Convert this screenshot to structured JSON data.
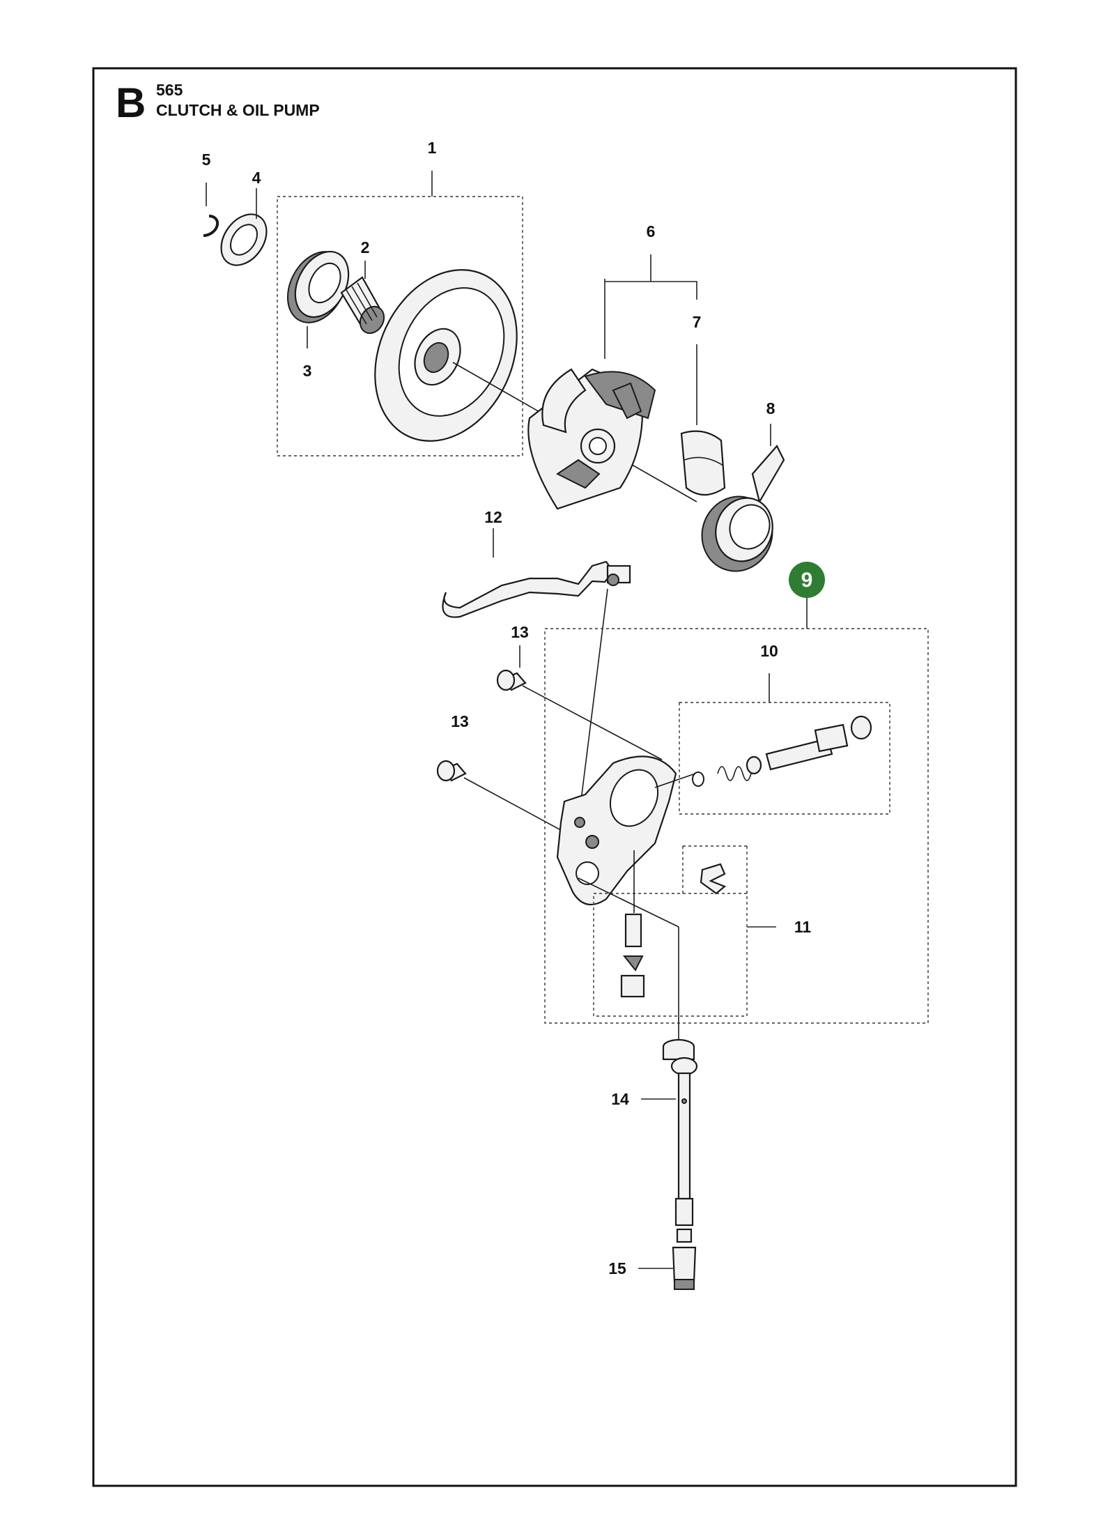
{
  "header": {
    "section_letter": "B",
    "model": "565",
    "title": "CLUTCH & OIL PUMP"
  },
  "callouts": [
    "1",
    "2",
    "3",
    "4",
    "5",
    "6",
    "7",
    "8",
    "9",
    "10",
    "11",
    "12",
    "13",
    "13",
    "14",
    "15"
  ],
  "colors": {
    "highlight": "#2e7d32",
    "ink": "#111111",
    "frame": "#111111"
  }
}
